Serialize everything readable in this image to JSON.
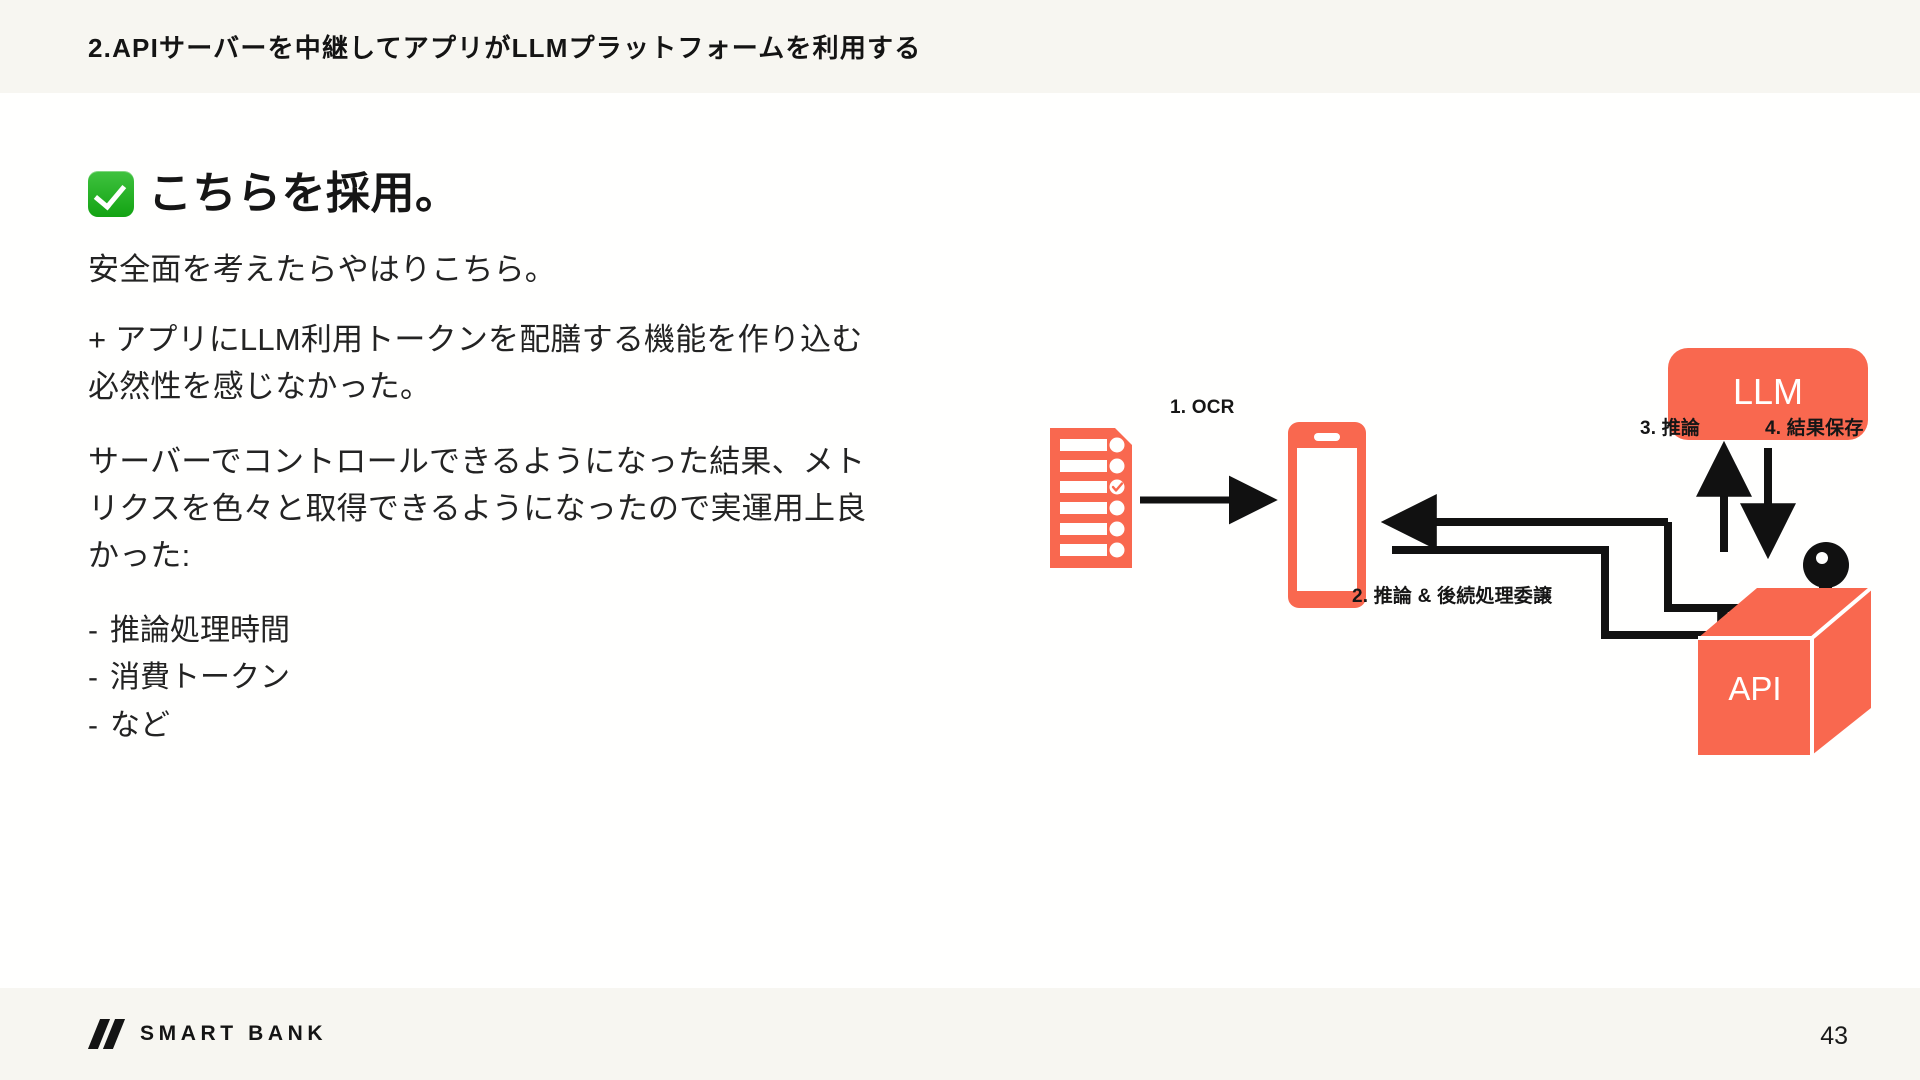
{
  "header": {
    "title": "2.APIサーバーを中継してアプリがLLMプラットフォームを利用する"
  },
  "content": {
    "adopt_heading": "こちらを採用。",
    "check_icon": "white-check-mark-emoji",
    "paragraphs": [
      "安全面を考えたらやはりこちら。",
      "+ アプリにLLM利用トークンを配膳する機能を作り込む必然性を感じなかった。",
      "サーバーでコントロールできるようになった結果、メトリクスを色々と取得できるようになったので実運用上良かった:"
    ],
    "bullets": [
      {
        "dash": "-",
        "label": "推論処理時間"
      },
      {
        "dash": "-",
        "label": "消費トークン"
      },
      {
        "dash": "-",
        "label": "など"
      }
    ]
  },
  "diagram": {
    "nodes": {
      "receipt": "receipt-checklist-icon",
      "phone": "smartphone-icon",
      "llm": "LLM",
      "api": "API",
      "key": "key-icon"
    },
    "labels": {
      "step1": "1. OCR",
      "step2": "2. 推論 & 後続処理委譲",
      "step3": "3. 推論",
      "step4": "4. 結果保存"
    }
  },
  "footer": {
    "logo_text": "SMART BANK",
    "page_number": "43"
  },
  "colors": {
    "band": "#F7F6F1",
    "accent": "#F9684F",
    "ink": "#141414",
    "check_green": "#13A313"
  }
}
